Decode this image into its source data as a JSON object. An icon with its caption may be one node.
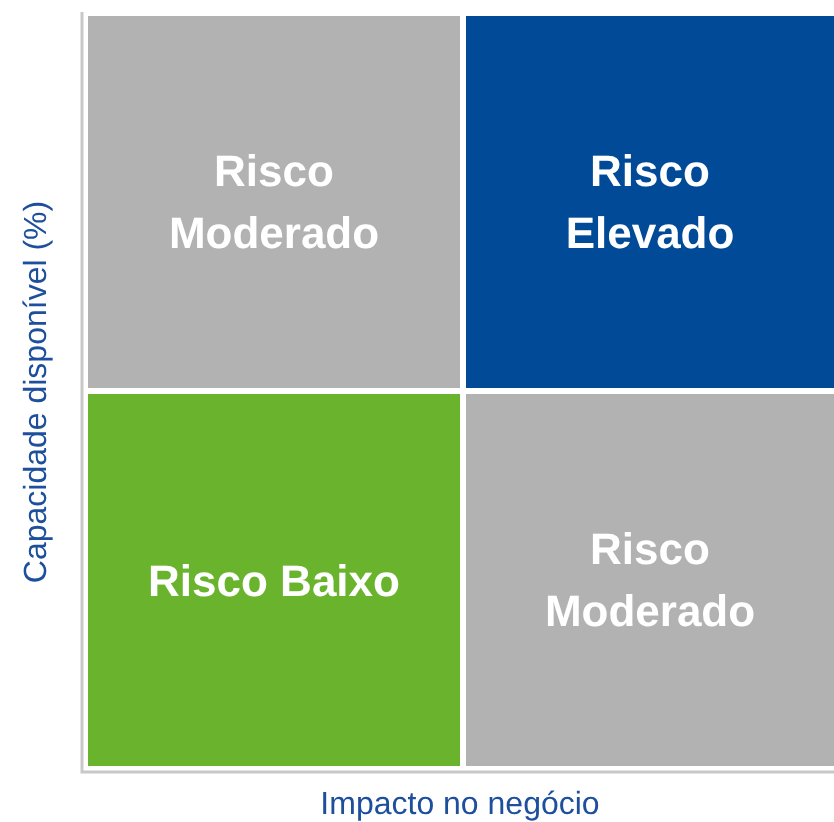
{
  "diagram": {
    "nodes": [
      {
        "text": [
          "Risco Moderado"
        ]
      },
      {
        "text": [
          "Risco Elevado"
        ]
      },
      {
        "text": [
          "Risco Baixo"
        ]
      },
      {
        "text": [
          "Risco Moderado"
        ]
      }
    ],
    "labels": [
      "Capacidade disponível (%)",
      "Impacto no negócio"
    ]
  }
}
